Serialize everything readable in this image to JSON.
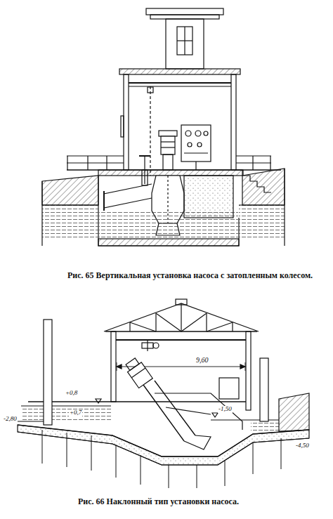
{
  "diagram": {
    "labels": [
      "Рис. 65 Вертикальная установка насоса с затопленным колесом.",
      "9,60",
      "+0,8",
      "+0,7",
      "-2,80",
      "-1,50",
      "-4,50",
      "Рис. 66 Наклонный тип установки насоса."
    ]
  }
}
